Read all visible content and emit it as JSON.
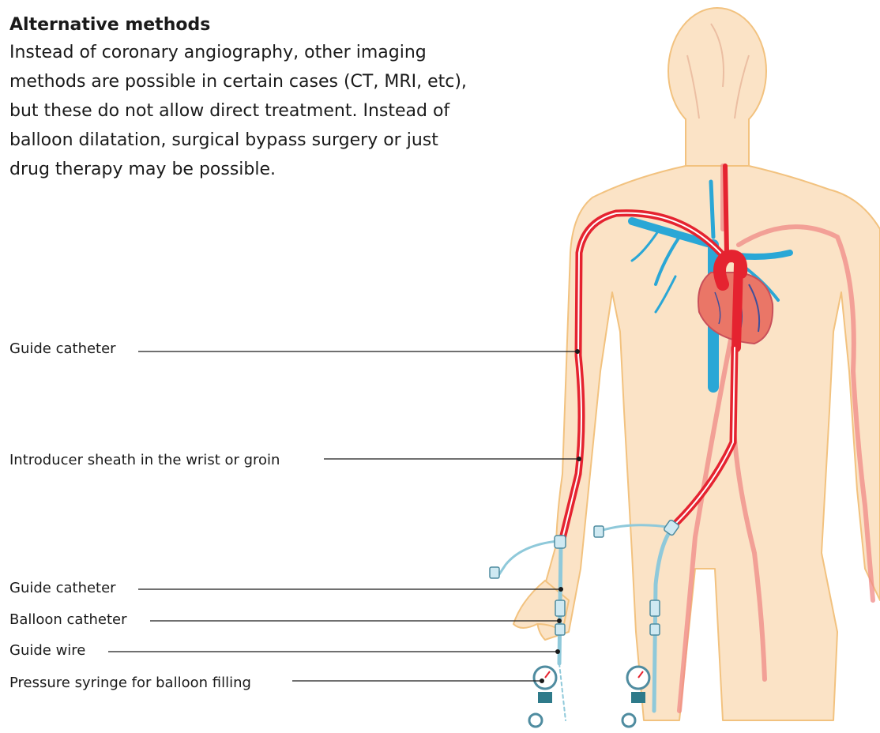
{
  "intro": {
    "heading": "Alternative methods",
    "paragraph": "Instead of coronary angiography, other imaging methods are possible in certain cases (CT, MRI, etc), but these do not allow direct treatment. Instead of balloon dilatation, surgical bypass surgery or just drug therapy may be possible."
  },
  "labels": {
    "guide_catheter_upper": "Guide catheter",
    "introducer_sheath": "Introducer sheath in the wrist or groin",
    "guide_catheter_lower": "Guide catheter",
    "balloon_catheter": "Balloon catheter",
    "guide_wire": "Guide wire",
    "pressure_syringe": "Pressure syringe for balloon filling"
  },
  "colors": {
    "skin": "#fbe3c6",
    "skin_outline": "#f2c27f",
    "artery": "#e52330",
    "artery_light": "#f08a87",
    "vein": "#2aa7d6",
    "heart": "#ea7667",
    "device": "#8fc9da"
  }
}
